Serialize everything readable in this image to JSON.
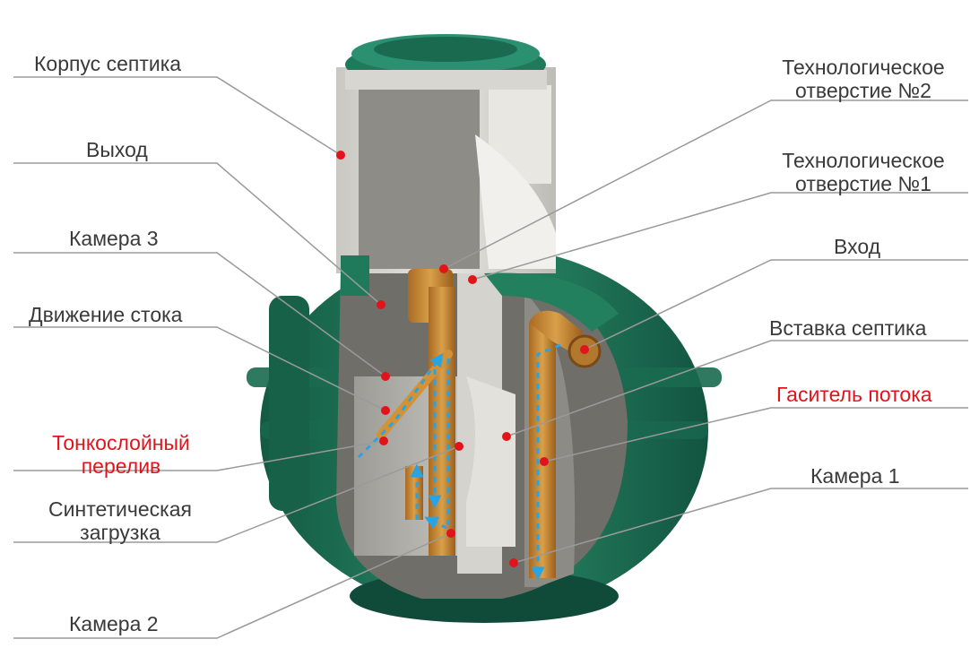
{
  "labels": {
    "korpus": "Корпус септика",
    "vyhod": "Выход",
    "kamera3": "Камера 3",
    "dvizhenie": "Движение стока",
    "tonko_1": "Тонкослойный",
    "tonko_2": "перелив",
    "sint_1": "Синтетическая",
    "sint_2": "загрузка",
    "kamera2": "Камера 2",
    "tech2_1": "Технологическое",
    "tech2_2": "отверстие №2",
    "tech1_1": "Технологическое",
    "tech1_2": "отверстие №1",
    "vhod": "Вход",
    "vstavka": "Вставка септика",
    "gasitel": "Гаситель потока",
    "kamera1": "Камера 1"
  },
  "colors": {
    "label_text": "#3a3a3a",
    "highlight_text": "#e1141b",
    "leader_line": "#9a9a9a",
    "marker_dot": "#e1141b",
    "tank_green": "#1f7a5c",
    "tank_green_dark": "#135a43",
    "body_grey": "#d9d8d3",
    "pipe_orange": "#c98a35",
    "flow_arrow": "#2aa3e3"
  }
}
